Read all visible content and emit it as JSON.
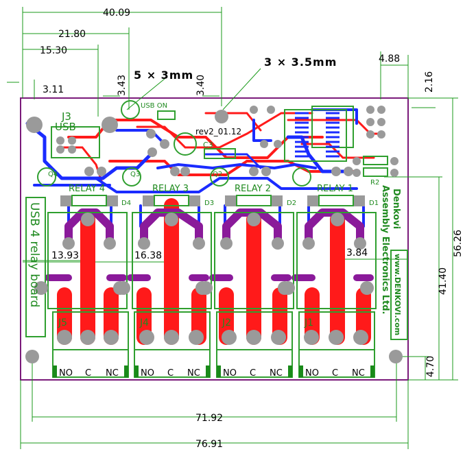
{
  "dimensions": {
    "width_total": "40.09",
    "width_21_80": "21.80",
    "width_15_30": "15.30",
    "h_3_43": "3.43",
    "h_3_40": "3.40",
    "v_3_11": "3.11",
    "w_4_88": "4.88",
    "h_2_16": "2.16",
    "h_56_26": "56.26",
    "h_41_40": "41.40",
    "h_4_70": "4.70",
    "w_71_92": "71.92",
    "w_76_91": "76.91",
    "h_13_93": "13.93",
    "h_16_38": "16.38",
    "h_3_84": "3.84"
  },
  "holes": {
    "hole_5x3": "5 × 3mm",
    "hole_3x3_5": "3 × 3.5mm"
  },
  "components": {
    "j3": "J3",
    "usb": "USB",
    "usb_on": "USB  ON",
    "rev": "rev2_01.12",
    "c3": "C3",
    "q4": "Q4",
    "q3": "Q3",
    "q2": "Q2",
    "r2": "R2",
    "relay4": "RELAY 4",
    "relay3": "RELAY 3",
    "relay2": "RELAY 2",
    "relay1": "RELAY 1",
    "d4": "D4",
    "d3": "D3",
    "d2": "D2",
    "d1": "D1",
    "j5": "J5",
    "j4": "J4",
    "j2": "J2",
    "j1": "J1"
  },
  "terminals": [
    "NO",
    "C",
    "NC"
  ],
  "board_name": "USB 4 relay board",
  "maker_line1": "Denkovi",
  "maker_line2": "Assembly  Electronics  Ltd.",
  "website": "www.DENKOVI.com",
  "colors": {
    "board_outline": "#7a1a7a",
    "silkscreen": "#2f9f2f",
    "copper_top": "#ff1a1a",
    "copper_bottom": "#1a2bff",
    "pads": "#9a9a9a"
  }
}
